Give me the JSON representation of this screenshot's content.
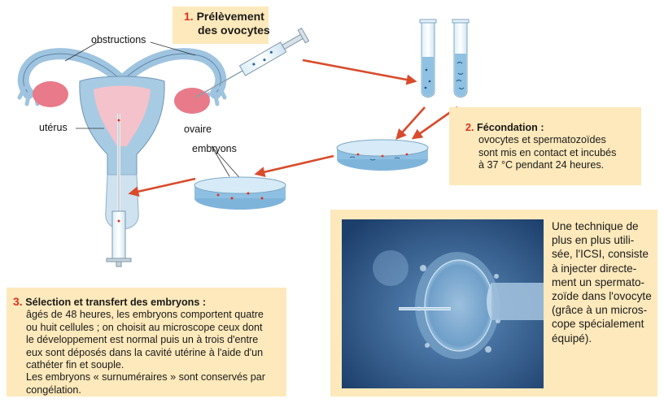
{
  "step1": {
    "number": "1.",
    "title_line1": "Prélèvement",
    "title_line2": "des ovocytes"
  },
  "step2": {
    "number": "2.",
    "title": "Fécondation :",
    "lines": [
      "ovocytes et spermatozoïdes",
      "sont mis en contact et incubés",
      "à 37 °C pendant 24 heures."
    ]
  },
  "step3": {
    "number": "3.",
    "title": "Sélection et transfert des embryons :",
    "lines": [
      "âgés de 48 heures, les embryons comportent quatre",
      "ou huit cellules ; on choisit au microscope ceux dont",
      "le développement est normal puis un à trois d'entre",
      "eux sont déposés dans la cavité utérine à l'aide d'un",
      "cathéter fin et souple.",
      "Les embryons « surnuméraires » sont conservés par",
      "congélation."
    ]
  },
  "labels": {
    "obstructions": "obstructions",
    "uterus": "utérus",
    "ovaire": "ovaire",
    "embryons": "embryons"
  },
  "icsi": {
    "lines": [
      "Une technique de",
      "plus en plus utili-",
      "sée, l'ICSI, consiste",
      "à injecter directe-",
      "ment un spermato-",
      "zoïde dans l'ovocyte",
      "(grâce à un micros-",
      "cope spécialement",
      "équipé)."
    ]
  },
  "colors": {
    "accent_red": "#e0301e",
    "box_bg": "#fde9bb",
    "uterus_blue": "#9fc4e0",
    "ovary_pink": "#e87a8a"
  }
}
